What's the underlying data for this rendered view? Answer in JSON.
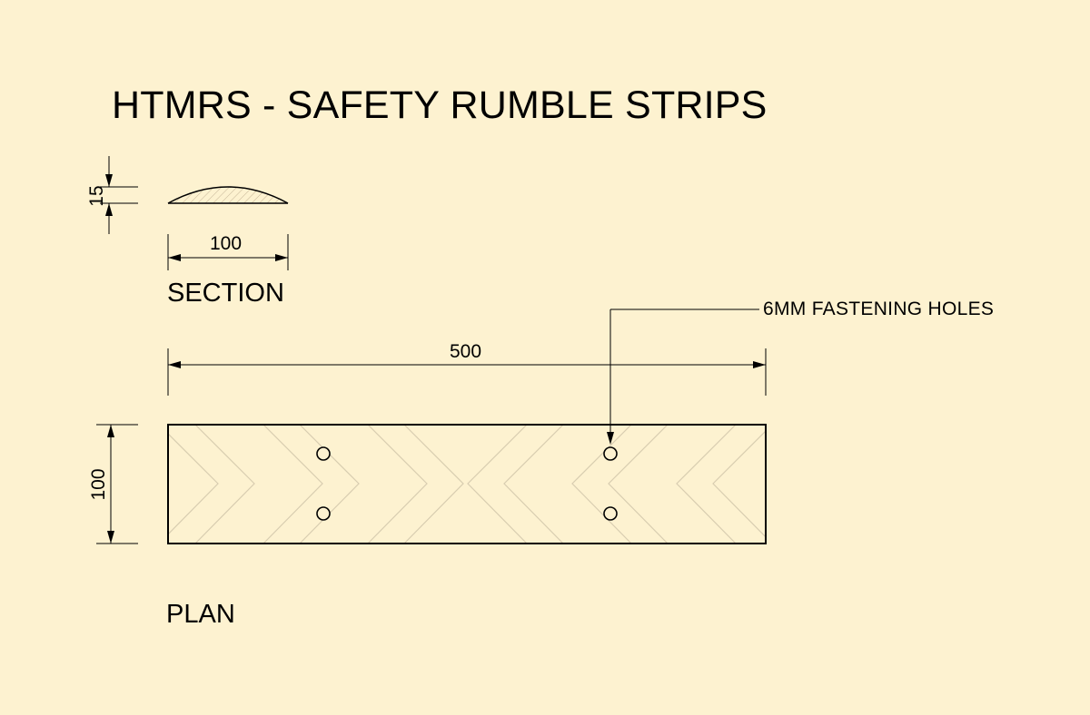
{
  "drawing": {
    "title": "HTMRS - SAFETY RUMBLE STRIPS",
    "section": {
      "label": "SECTION",
      "height_dim": "15",
      "width_dim": "100"
    },
    "plan": {
      "label": "PLAN",
      "length_dim": "500",
      "width_dim": "100",
      "hole_callout": "6MM FASTENING HOLES",
      "hole_count": 4
    },
    "colors": {
      "background": "#fdf2d0",
      "line": "#000000",
      "hatch": "#c8bfa6"
    }
  }
}
